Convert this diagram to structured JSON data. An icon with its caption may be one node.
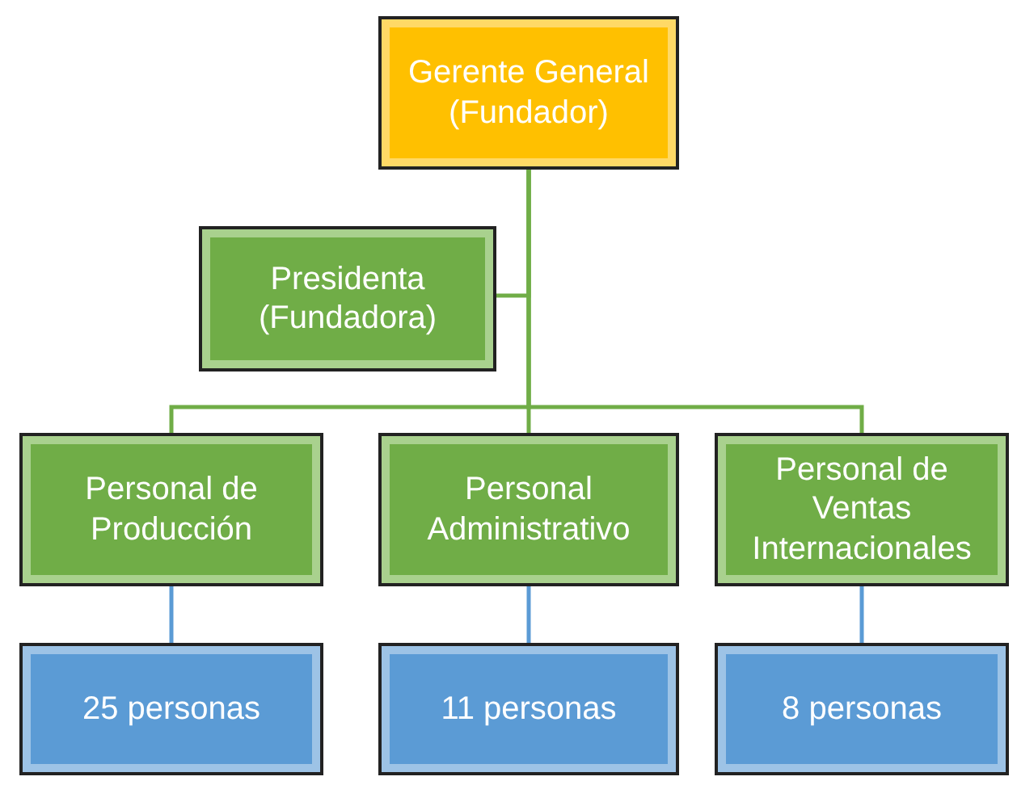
{
  "diagram": {
    "nodes": [
      {
        "text": [
          "Gerente General (Fundador)"
        ]
      },
      {
        "text": [
          "Presidenta (Fundadora)"
        ]
      },
      {
        "text": [
          "Personal de Producción"
        ]
      },
      {
        "text": [
          "Personal Administrativo"
        ]
      },
      {
        "text": [
          "Personal de Ventas Internacionales"
        ]
      },
      {
        "text": [
          "25 personas"
        ]
      },
      {
        "text": [
          "11 personas"
        ]
      },
      {
        "text": [
          "8 personas"
        ]
      }
    ],
    "edges": [
      {
        "from": 0,
        "to": 1,
        "arrow": "none"
      },
      {
        "from": 0,
        "to": 2,
        "arrow": "none"
      },
      {
        "from": 0,
        "to": 3,
        "arrow": "none"
      },
      {
        "from": 0,
        "to": 4,
        "arrow": "none"
      },
      {
        "from": 2,
        "to": 5,
        "arrow": "none",
        "color": "#5b9bd5"
      },
      {
        "from": 3,
        "to": 6,
        "arrow": "none",
        "color": "#5b9bd5"
      },
      {
        "from": 4,
        "to": 7,
        "arrow": "none",
        "color": "#5b9bd5"
      }
    ]
  }
}
